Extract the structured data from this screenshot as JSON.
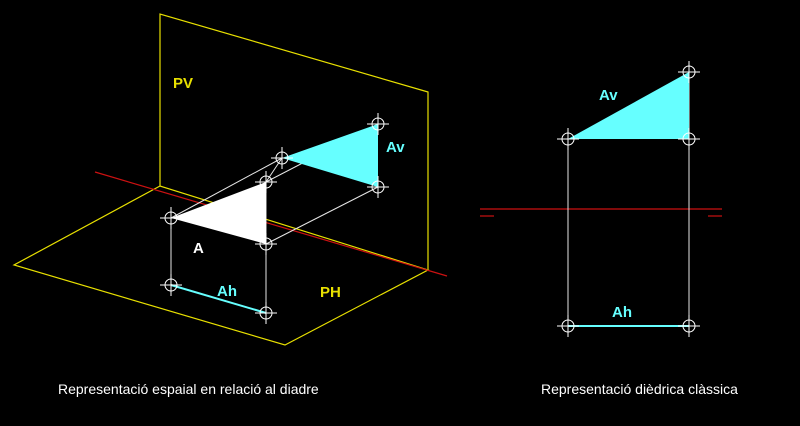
{
  "colors": {
    "background": "#000000",
    "plane": "#e8e000",
    "ground_line": "#cc1111",
    "construction": "#e6e6e6",
    "projection": "#66ffff",
    "object": "#ffffff",
    "marker": "#ffffff"
  },
  "left": {
    "label_pv": "PV",
    "label_ph": "PH",
    "label_a": "A",
    "label_av": "Av",
    "label_ah": "Ah",
    "caption": "Representació espaial en relació al diadre"
  },
  "right": {
    "label_av": "Av",
    "label_ah": "Ah",
    "caption": "Representació dièdrica clàssica"
  }
}
